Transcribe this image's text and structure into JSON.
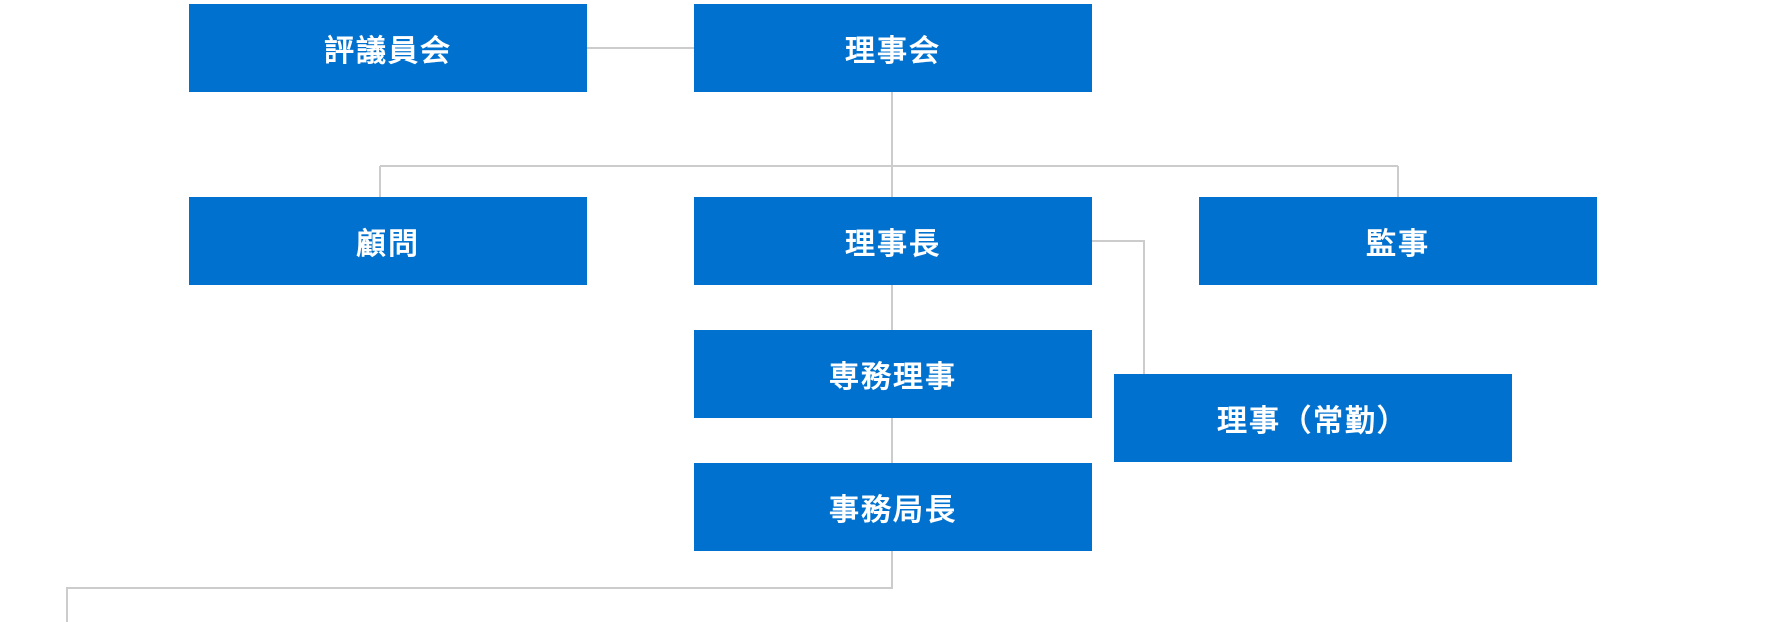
{
  "colors": {
    "node_fill": "#0171cf",
    "node_text": "#ffffff",
    "connector": "#cccccc"
  },
  "nodes": {
    "hyogiinkai": "評議員会",
    "rijikai": "理事会",
    "komon": "顧問",
    "rijicho": "理事長",
    "kanji": "監事",
    "senmu_riji": "専務理事",
    "riji_joukin": "理事（常勤）",
    "jimukyokucho": "事務局長"
  }
}
